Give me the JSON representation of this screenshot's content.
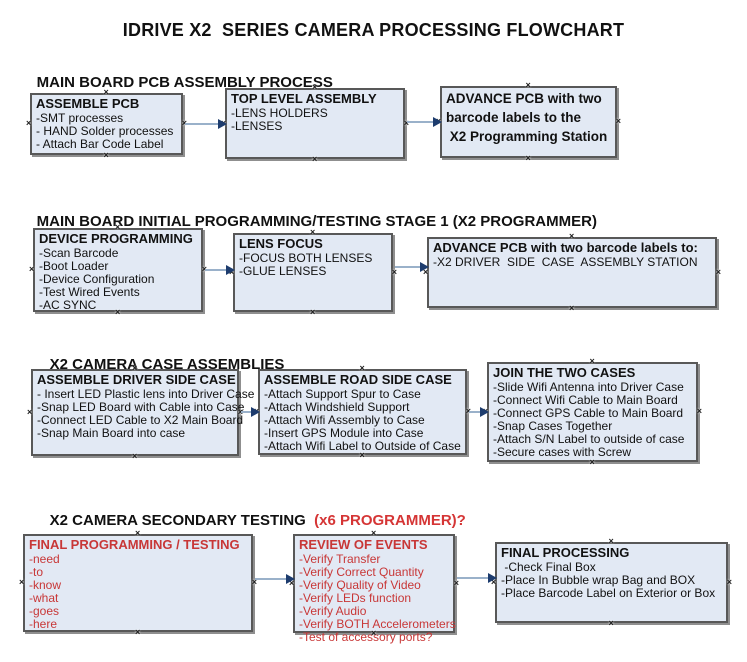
{
  "page": {
    "title": "IDRIVE X2  SERIES CAMERA PROCESSING FLOWCHART"
  },
  "glyphs": {
    "connection_handle": "×"
  },
  "colors": {
    "box_fill": "#e2e9f4",
    "box_border": "#585858",
    "box_shadow": "#8f8f8f",
    "red_text": "#c83737",
    "header_red": "#d53535",
    "arrow_line": "#9ab1ca",
    "arrow_head": "#1d3c6e"
  },
  "sections": [
    {
      "header": "MAIN BOARD PCB ASSEMBLY PROCESS"
    },
    {
      "header": "MAIN BOARD INITIAL PROGRAMMING/TESTING STAGE 1 (X2 PROGRAMMER)"
    },
    {
      "header": "X2 CAMERA CASE ASSEMBLIES"
    },
    {
      "header": "X2 CAMERA SECONDARY TESTING ",
      "header_red": " (x6 PROGRAMMER)?"
    }
  ],
  "boxes": {
    "assemble_pcb": {
      "title": "ASSEMBLE PCB",
      "lines": [
        "-SMT processes",
        "- HAND Solder processes",
        "- Attach Bar Code Label"
      ]
    },
    "top_level_assembly": {
      "title": "TOP LEVEL ASSEMBLY",
      "lines": [
        "-LENS HOLDERS",
        "-LENSES"
      ]
    },
    "advance_to_programming_station": {
      "title": "ADVANCE PCB with two\nbarcode labels to the\n X2 Programming Station",
      "lines": []
    },
    "device_programming": {
      "title": "DEVICE PROGRAMMING",
      "lines": [
        "-Scan Barcode",
        "-Boot Loader",
        "-Device Configuration",
        "-Test Wired Events",
        "-AC SYNC"
      ]
    },
    "lens_focus": {
      "title": "LENS FOCUS",
      "lines": [
        "-FOCUS BOTH LENSES",
        "-GLUE LENSES"
      ]
    },
    "advance_to_case_assembly": {
      "title": "ADVANCE PCB with two barcode labels to:",
      "lines": [
        "-X2 DRIVER  SIDE  CASE  ASSEMBLY STATION"
      ]
    },
    "assemble_driver_side_case": {
      "title": "ASSEMBLE DRIVER SIDE CASE",
      "lines": [
        "- Insert LED Plastic lens into Driver Case",
        "-Snap LED Board with Cable into Case",
        "-Connect LED Cable to X2 Main Board",
        "-Snap Main Board into case"
      ]
    },
    "assemble_road_side_case": {
      "title": "ASSEMBLE ROAD SIDE CASE",
      "lines": [
        "-Attach Support Spur to Case",
        "-Attach Windshield Support",
        "-Attach Wifi Assembly to Case",
        "-Insert GPS Module into Case",
        "-Attach Wifi Label to Outside of Case"
      ]
    },
    "join_the_two_cases": {
      "title": "JOIN THE TWO CASES",
      "lines": [
        "-Slide Wifi Antenna into Driver Case",
        "-Connect Wifi Cable to Main Board",
        "-Connect GPS Cable to Main Board",
        "-Snap Cases Together",
        "-Attach S/N Label to outside of case",
        "-Secure cases with Screw"
      ]
    },
    "final_programming_testing": {
      "title": "FINAL PROGRAMMING / TESTING",
      "lines": [
        "-need",
        "-to",
        "-know",
        "-what",
        "-goes",
        "-here"
      ]
    },
    "review_of_events": {
      "title": "REVIEW OF EVENTS",
      "lines": [
        "-Verify Transfer",
        "-Verify Correct Quantity",
        "-Verify Quality of Video",
        "-Verify LEDs function",
        "-Verify Audio",
        "-Verify BOTH Accelerometers",
        "-Test of accessory ports?"
      ]
    },
    "final_processing": {
      "title": "FINAL PROCESSING",
      "lines": [
        " -Check Final Box",
        "-Place In Bubble wrap Bag and BOX",
        "-Place Barcode Label on Exterior or Box"
      ]
    }
  }
}
